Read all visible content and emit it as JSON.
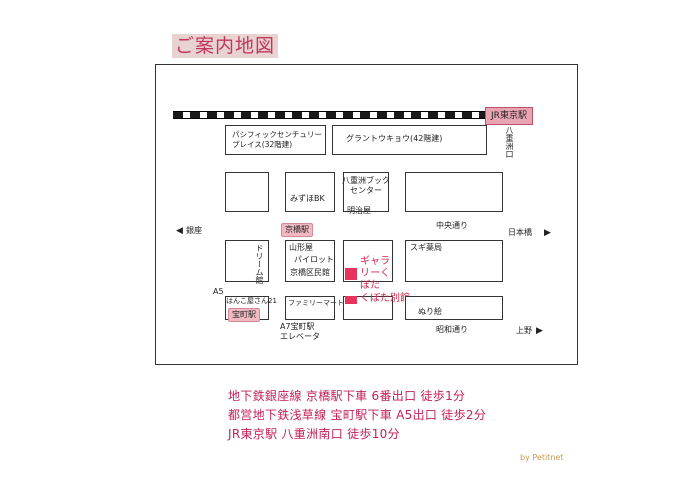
{
  "title": "ご案内地図",
  "map": {
    "station_jr": "JR東京駅",
    "yaesu_exit": "八重洲口",
    "buildings": {
      "pacific": "パシフィックセンチュリープレイス(32階建)",
      "grand": "グラントウキョウ(42階建)",
      "mizuho": "みずほBK",
      "yaesu_book": "八重洲ブックセンター",
      "meijiya": "明治屋",
      "dream": "ドリーム館",
      "yamagata": "山形屋",
      "pilot": "パイロット",
      "kyobashi_hall": "京橋区民館",
      "sugi": "スギ薬局",
      "hanko": "はんこ屋さん21",
      "family": "ファミリーマート",
      "nurie": "ぬり絵",
      "exit_elevator": "A7宝町駅エレベータ"
    },
    "gallery": "ギャラリーくぼた",
    "gallery_annex": "くぼた別館",
    "stations": {
      "kyobashi": "京橋駅",
      "takaracho": "宝町駅",
      "a5": "A5"
    },
    "roads": {
      "chuo": "中央通り",
      "showa": "昭和通り"
    },
    "directions": {
      "ginza": "銀座",
      "nihonbashi": "日本橋",
      "ueno": "上野"
    }
  },
  "access": [
    "地下鉄銀座線 京橋駅下車 6番出口 徒歩1分",
    "都営地下鉄浅草線 宝町駅下車 A5出口 徒歩2分",
    "JR東京駅 八重洲南口 徒歩10分"
  ],
  "credit": "by Petitnet",
  "colors": {
    "title_bg": "#e8d2d2",
    "title_text": "#c0395a",
    "gallery": "#e8335e",
    "access_text": "#c41f5a"
  }
}
